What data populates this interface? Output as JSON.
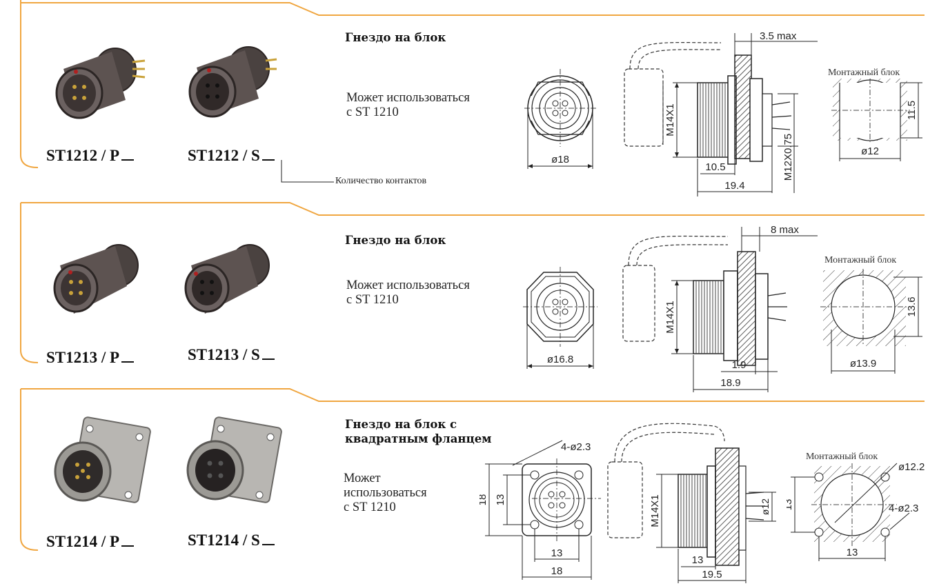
{
  "accent_color": "#f0a640",
  "count_label": "Количество контактов",
  "sections": [
    {
      "model_p": "ST1212 / P",
      "model_s": "ST1212 / S",
      "heading_lines": [
        "Гнездо на блок"
      ],
      "compat": [
        "Может использоваться",
        "с ST 1210"
      ],
      "mount_label": "Монтажный блок",
      "dims": {
        "front_d": "ø18",
        "thread": "M14X1",
        "max": "3.5 max",
        "len1": "10.5",
        "len2": "19.4",
        "rear_thread": "M12X0.75",
        "cut_h": "11.5",
        "cut_d": "ø12"
      }
    },
    {
      "model_p": "ST1213 / P",
      "model_s": "ST1213 / S",
      "heading_lines": [
        "Гнездо на блок"
      ],
      "compat": [
        "Может использоваться",
        "с ST 1210"
      ],
      "mount_label": "Монтажный блок",
      "dims": {
        "front_d": "ø16.8",
        "thread": "M14X1",
        "max": "8 max",
        "len1": "1.9",
        "len2": "18.9",
        "cut_h": "13.6",
        "cut_d": "ø13.9"
      }
    },
    {
      "model_p": "ST1214 / P",
      "model_s": "ST1214 / S",
      "heading_lines": [
        "Гнездо на блок с",
        "квадратным фланцем"
      ],
      "compat": [
        "Может",
        "использоваться",
        "с ST 1210"
      ],
      "mount_label": "Монтажный блок",
      "dims": {
        "holes": "4-ø2.3",
        "flange_h": "18",
        "inner_h": "13",
        "inner_w": "13",
        "flange_w": "18",
        "thread": "M14X1",
        "len1": "13",
        "len2": "19.5",
        "rear_d": "ø12",
        "cut_h": "13",
        "cut_d": "ø12.2",
        "cut_holes": "4-ø2.3",
        "cut_w": "13"
      }
    }
  ]
}
